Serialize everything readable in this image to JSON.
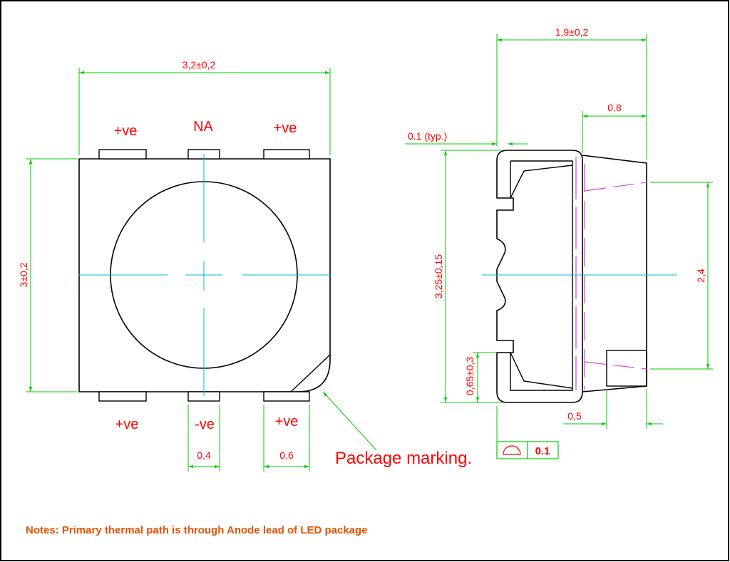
{
  "colors": {
    "outline": "#000000",
    "dimension": "#00cc00",
    "centerline": "#00bcd4",
    "label": "#ff0000",
    "hidden": "#e040e0",
    "note": "#e65100",
    "background": "#ffffff"
  },
  "front_view": {
    "width_dim": "3,2±0,2",
    "height_dim": "3±0,2",
    "top_pins": [
      "+ve",
      "NA",
      "+ve"
    ],
    "bottom_pins": [
      "+ve",
      "-ve",
      "+ve"
    ],
    "pad_width_dim": "0,4",
    "pad_width_dim_2": "0,6",
    "marking_label": "Package marking."
  },
  "side_view": {
    "width_dim": "1,9±0,2",
    "lens_dim": "0,8",
    "wall_dim": "0.1 (typ.)",
    "height_dim": "3,25±0,15",
    "lead_dim": "0,65±0,3",
    "window_dim": "2,4",
    "tab_dim": "0,5",
    "flatness_value": "0.1",
    "flatness_symbol": "flatness-profile-icon"
  },
  "notes": "Notes: Primary thermal path is through Anode lead of LED package"
}
